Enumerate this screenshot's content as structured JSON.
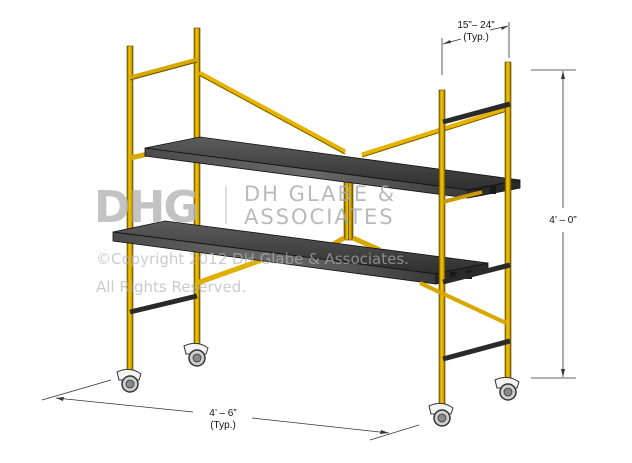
{
  "figure": {
    "subject": "Rolling scaffold with two platform decks and casters",
    "colors": {
      "frame": "#e8b800",
      "frame_edge": "#6b5200",
      "deck": "#3e3e3e",
      "deck_top": "#555555",
      "crossbar": "#2a2a2a",
      "dimension_line": "#333333",
      "watermark": "#b0b0b0"
    }
  },
  "dimensions": {
    "width_top": {
      "value": "15”– 24”",
      "note": "(Typ.)"
    },
    "height": {
      "value": "4’ – 0”"
    },
    "length": {
      "value": "4’ – 6”",
      "note": "(Typ.)"
    }
  },
  "watermark": {
    "logo": "DHG",
    "company_line1": "DH GLABE &",
    "company_line2": "ASSOCIATES",
    "copyright_line1": "©Copyright 2012 DH Glabe & Associates.",
    "copyright_line2": "All Rights Reserved."
  }
}
